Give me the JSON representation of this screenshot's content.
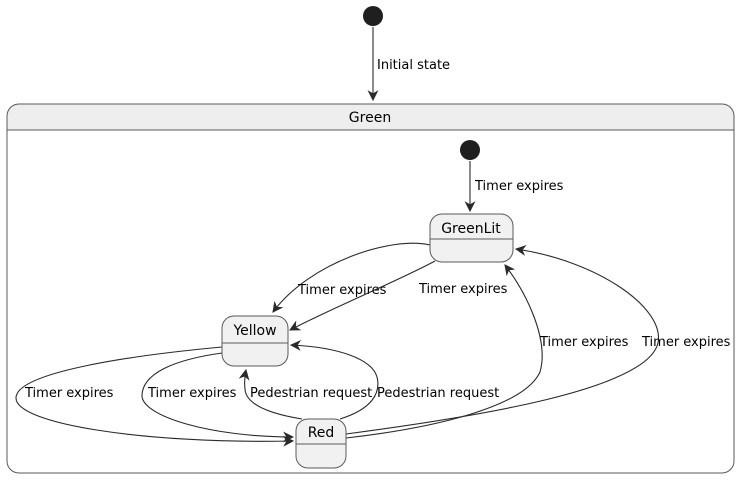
{
  "diagram": {
    "type": "state-machine",
    "colors": {
      "background": "#FFFFFF",
      "line": "#2A2A2A",
      "box_border": "#5A5A5A",
      "state_fill": "#F1F1F1",
      "composite_title_fill": "#EEEEEE",
      "composite_body_fill": "#FFFFFF",
      "initial_dot": "#1F1F1F"
    },
    "composite": {
      "title": "Green"
    },
    "states": {
      "greenlit": {
        "label": "GreenLit"
      },
      "yellow": {
        "label": "Yellow"
      },
      "red": {
        "label": "Red"
      }
    },
    "transitions": [
      {
        "from": "initial",
        "to": "Green",
        "label": "Initial state"
      },
      {
        "from": "inner-initial",
        "to": "GreenLit",
        "label": "Timer expires"
      },
      {
        "from": "GreenLit",
        "to": "Yellow",
        "label": "Timer expires"
      },
      {
        "from": "GreenLit",
        "to": "Yellow",
        "label": "Timer expires"
      },
      {
        "from": "Yellow",
        "to": "Red",
        "label": "Timer expires"
      },
      {
        "from": "Yellow",
        "to": "Red",
        "label": "Timer expires"
      },
      {
        "from": "Red",
        "to": "Yellow",
        "label": "Pedestrian request"
      },
      {
        "from": "Red",
        "to": "Yellow",
        "label": "Pedestrian request"
      },
      {
        "from": "Red",
        "to": "GreenLit",
        "label": "Timer expires"
      },
      {
        "from": "Red",
        "to": "GreenLit",
        "label": "Timer expires"
      }
    ]
  }
}
